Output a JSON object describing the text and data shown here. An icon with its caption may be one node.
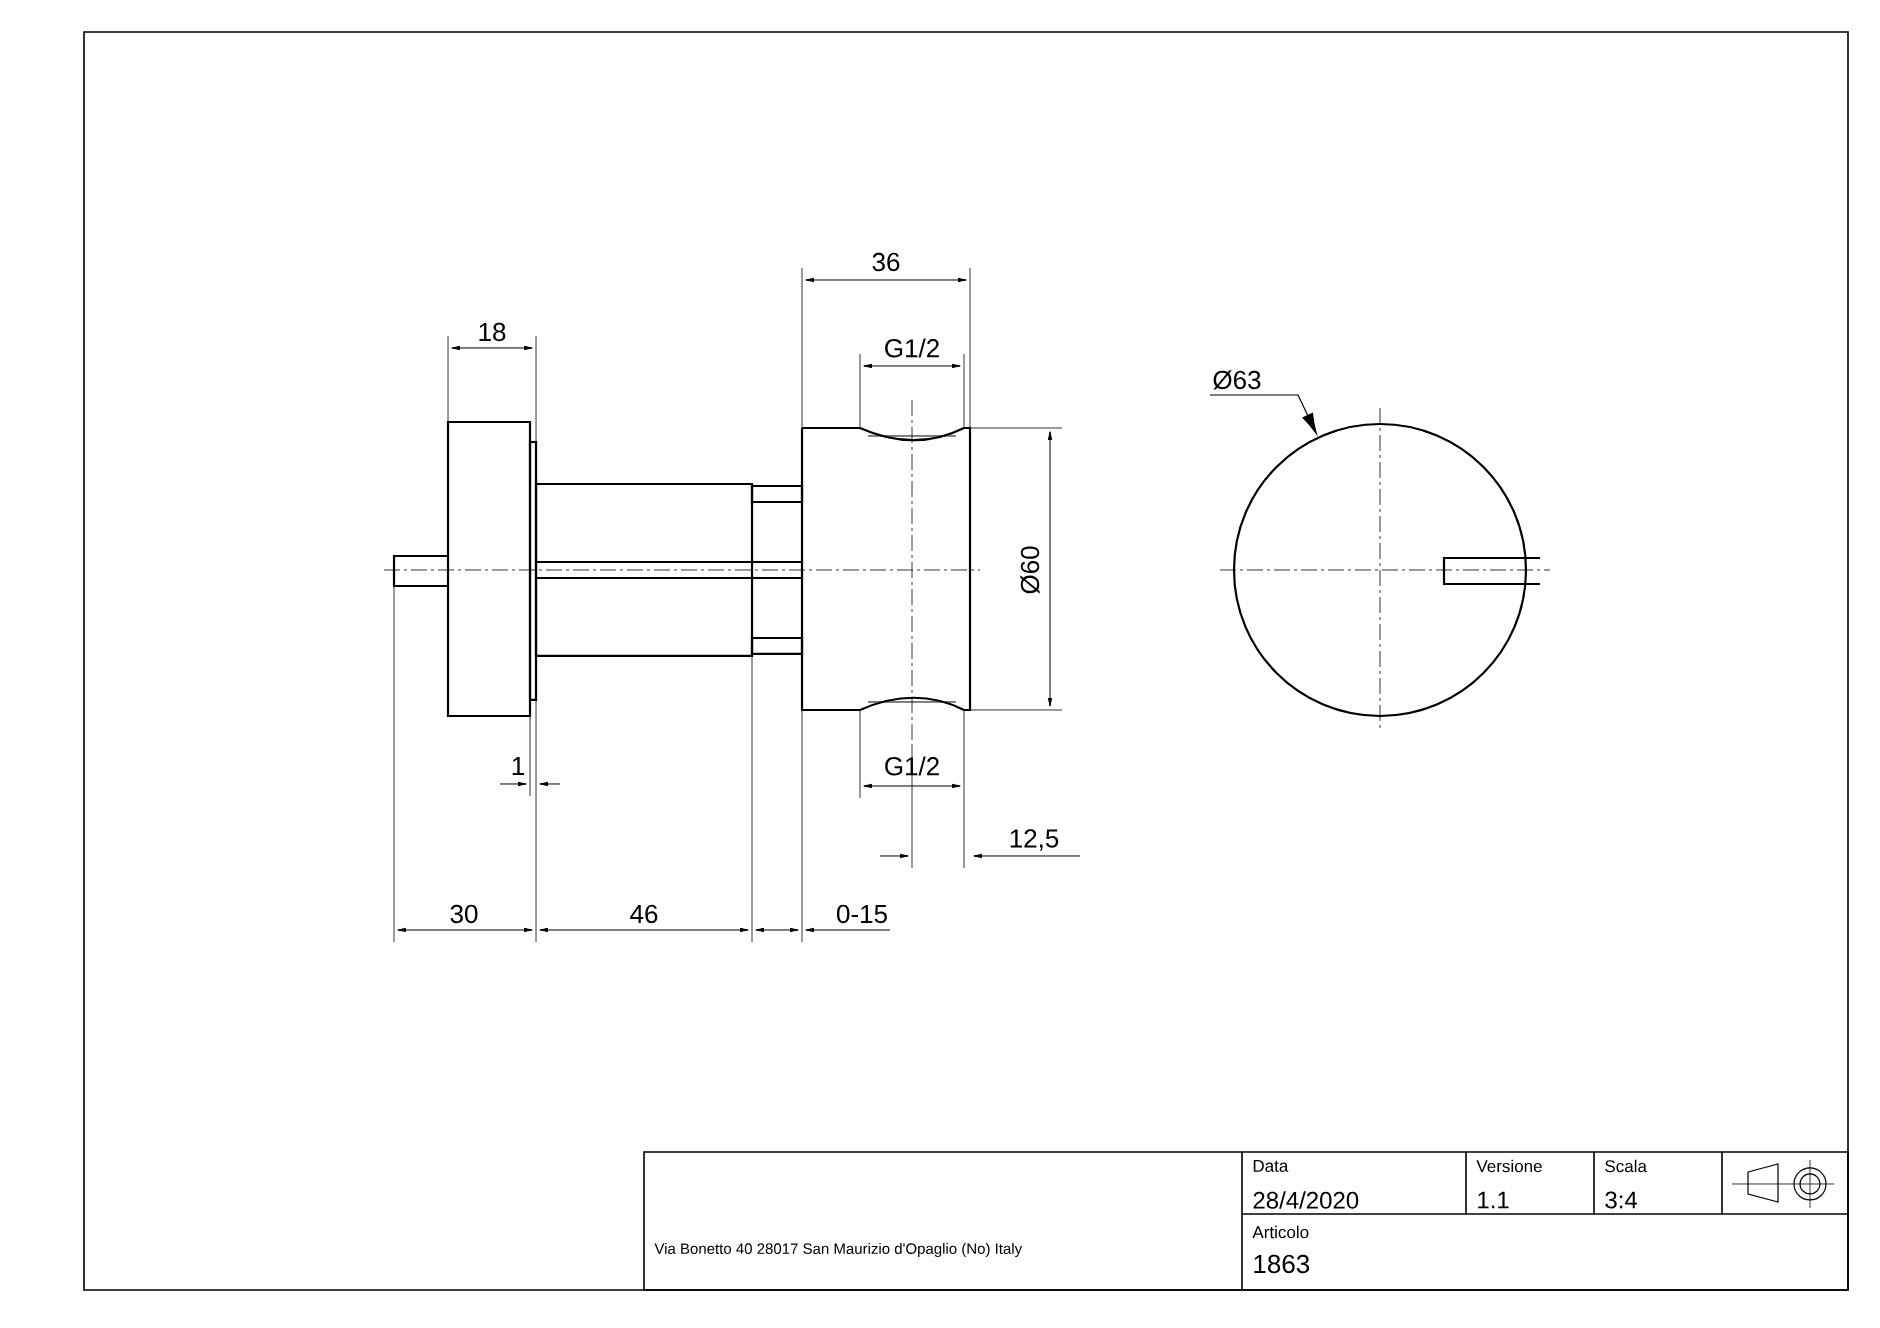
{
  "diagram": {
    "nodes": [
      {
        "text": [
          "Ø63"
        ]
      },
      {
        "text": [],
        "shape": "circle"
      }
    ],
    "edges": [
      {
        "from": 0,
        "to": 1,
        "arrow": "to"
      }
    ],
    "labels": [
      "36",
      "18",
      "G1/2",
      "Ø60",
      "1",
      "G1/2",
      "12,5",
      "30",
      "46",
      "0-15",
      "Data",
      "Versione",
      "Scala",
      "28/4/2020",
      "1.1",
      "3:4",
      "Via Bonetto 40  28017 San Maurizio d'Opaglio (No) Italy",
      "Articolo",
      "1863"
    ]
  }
}
